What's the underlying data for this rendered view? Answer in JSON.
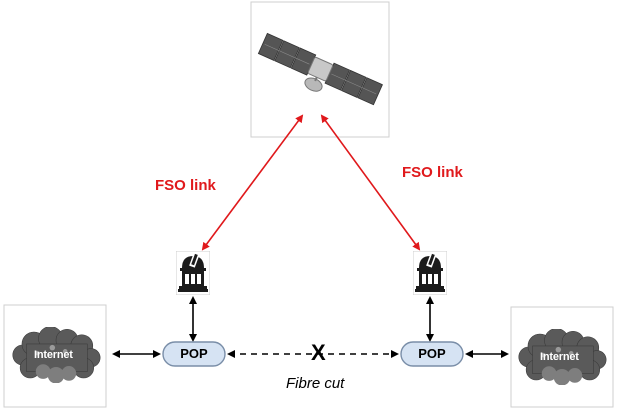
{
  "links": {
    "left_label": "FSO link",
    "right_label": "FSO link",
    "color": "#e0191c"
  },
  "nodes": {
    "left_pop": "POP",
    "right_pop": "POP",
    "pop_fill": "#d6e3f3",
    "pop_stroke": "#7a8ea8"
  },
  "internet": {
    "left_label": "Internet",
    "right_label": "Internet"
  },
  "fibre": {
    "label": "Fibre cut",
    "cut_mark": "X"
  },
  "icons": {
    "satellite": "satellite-icon",
    "ground_station": "observatory-icon",
    "cloud": "cloud-icon"
  }
}
